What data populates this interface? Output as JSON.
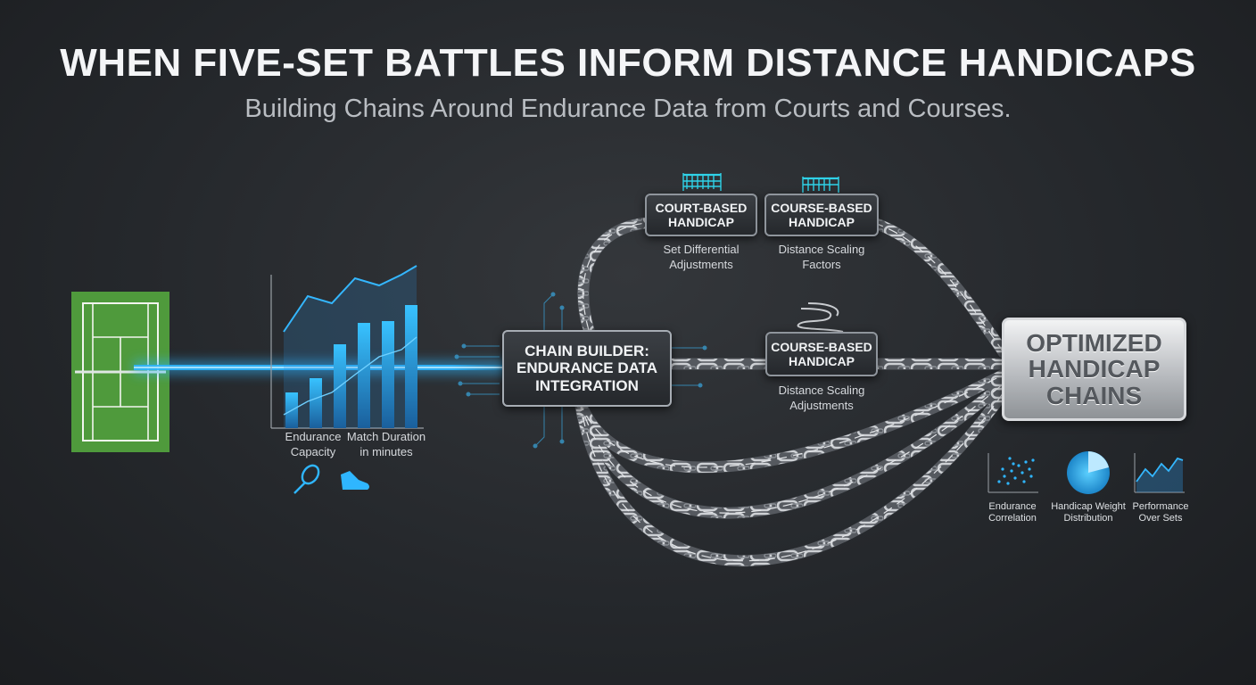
{
  "title": "WHEN FIVE-SET BATTLES INFORM DISTANCE HANDICAPS",
  "subtitle": "Building Chains Around Endurance Data from Courts and Courses.",
  "chart_labels": {
    "left": "Endurance\nCapacity",
    "right": "Match Duration\nin minutes"
  },
  "nodes": {
    "court_handicap": {
      "label": "COURT-BASED\nHANDICAP",
      "caption": "Set Differential\nAdjustments"
    },
    "course_handicap_top": {
      "label": "COURSE-BASED\nHANDICAP",
      "caption": "Distance Scaling\nFactors"
    },
    "chain_builder": {
      "label": "CHAIN BUILDER:\nENDURANCE DATA\nINTEGRATION"
    },
    "course_handicap_mid": {
      "label": "COURSE-BASED\nHANDICAP",
      "caption": "Distance Scaling\nAdjustments"
    },
    "result": {
      "label": "OPTIMIZED\nHANDICAP\nCHAINS"
    }
  },
  "metrics": [
    {
      "label": "Endurance\nCorrelation",
      "icon": "scatter-chart-icon"
    },
    {
      "label": "Handicap Weight\nDistribution",
      "icon": "pie-chart-icon"
    },
    {
      "label": "Performance\nOver Sets",
      "icon": "line-chart-icon"
    }
  ],
  "icons": [
    "tennis-racket-icon",
    "running-shoe-icon",
    "tennis-net-icon",
    "winding-road-icon"
  ],
  "colors": {
    "accent": "#2fb6ff",
    "court": "#4f9a3c",
    "chain": "#c9ccd0",
    "background": "#25282c"
  }
}
